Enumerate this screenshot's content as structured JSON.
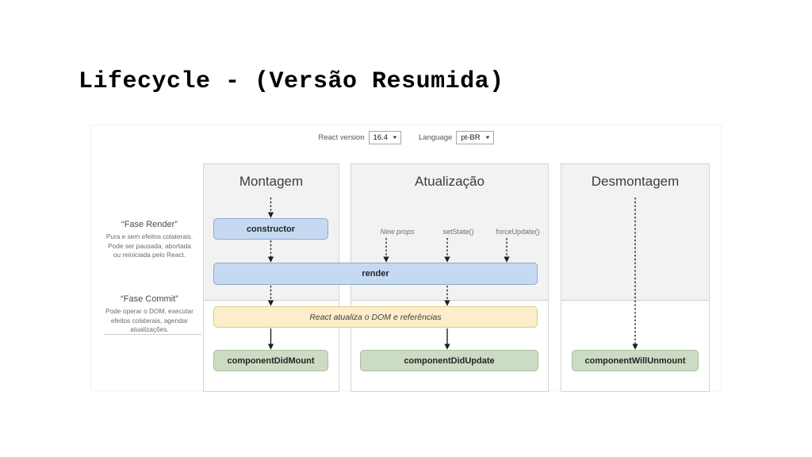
{
  "slide": {
    "title": "Lifecycle - (Versão Resumida)"
  },
  "diagram": {
    "controls": {
      "react_version_label": "React version",
      "react_version_value": "16.4",
      "language_label": "Language",
      "language_value": "pt-BR",
      "caret_glyph": "▼"
    },
    "phases": [
      {
        "id": "render",
        "title": "“Fase Render”",
        "description": "Pura e sem efeitos colaterais. Pode ser pausada, abortada ou reiniciada pelo React."
      },
      {
        "id": "commit",
        "title": "“Fase Commit”",
        "description": "Pode operar o DOM, executar efeitos colaterais, agendar atualizações."
      }
    ],
    "columns": [
      {
        "id": "montagem",
        "title": "Montagem"
      },
      {
        "id": "atualizacao",
        "title": "Atualização"
      },
      {
        "id": "desmontagem",
        "title": "Desmontagem"
      }
    ],
    "triggers": [
      {
        "id": "new-props",
        "label": "New props"
      },
      {
        "id": "set-state",
        "label": "setState()"
      },
      {
        "id": "force-update",
        "label": "forceUpdate()"
      }
    ],
    "nodes": [
      {
        "id": "constructor",
        "label": "constructor",
        "color": "#c5d9f1"
      },
      {
        "id": "render",
        "label": "render",
        "color": "#c5d9f1"
      },
      {
        "id": "dom-update",
        "label": "React atualiza o DOM e referências",
        "color": "#fbeec9"
      },
      {
        "id": "component-did-mount",
        "label": "componentDidMount",
        "color": "#ccdcc4"
      },
      {
        "id": "component-did-update",
        "label": "componentDidUpdate",
        "color": "#ccdcc4"
      },
      {
        "id": "component-will-unmount",
        "label": "componentWillUnmount",
        "color": "#ccdcc4"
      }
    ],
    "colors": {
      "blue_fill": "#c5d9f1",
      "blue_stroke": "#8ea9c9",
      "green_fill": "#ccdcc4",
      "green_stroke": "#a6bf9c",
      "yellow_fill": "#fbeec9",
      "yellow_stroke": "#dfc98b",
      "render_zone_bg": "#f2f2f2",
      "commit_zone_bg": "#ffffff",
      "column_border": "#d4d4d4"
    }
  }
}
